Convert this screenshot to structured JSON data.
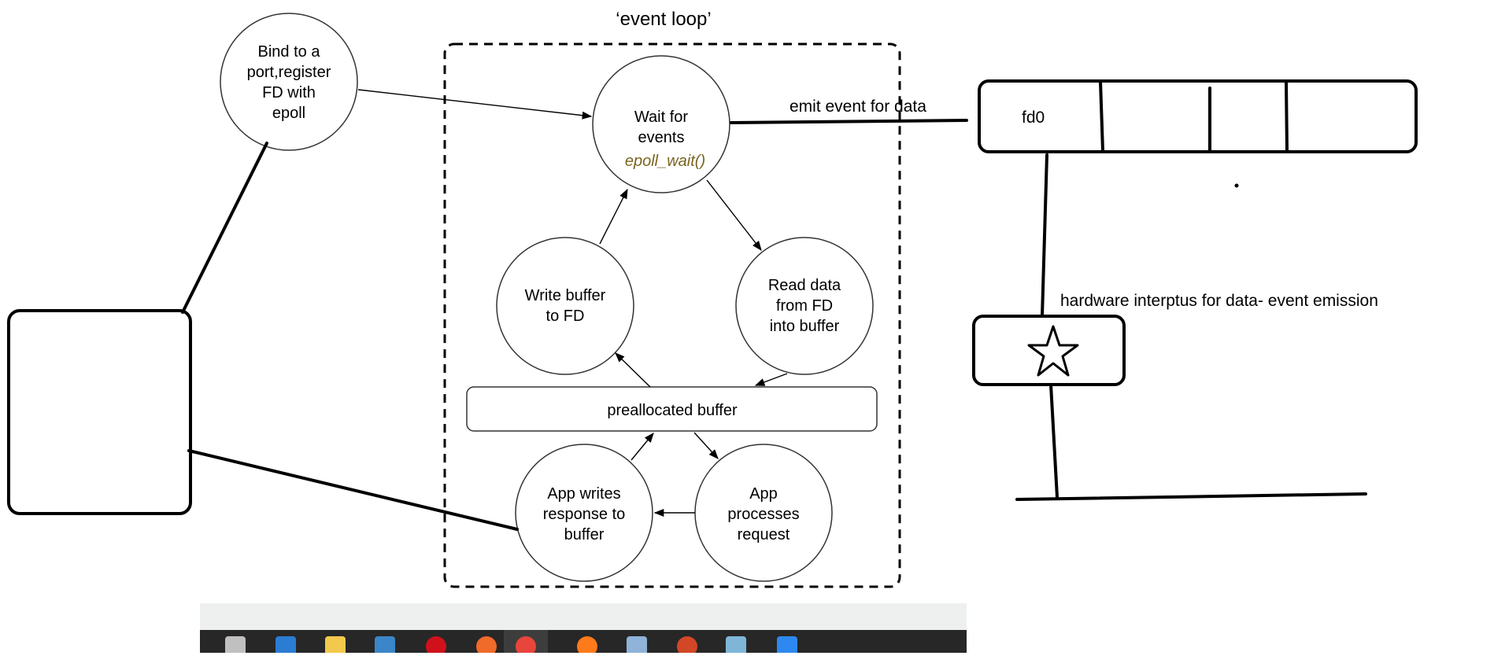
{
  "diagram": {
    "title": "‘event loop’",
    "nodes": {
      "bind": [
        "Bind to a",
        "port,register",
        "FD with",
        "epoll"
      ],
      "wait": [
        "Wait for",
        "events"
      ],
      "wait_call": "epoll_wait()",
      "write": [
        "Write buffer",
        "to FD"
      ],
      "read": [
        "Read data",
        "from FD",
        "into buffer"
      ],
      "buffer": "preallocated buffer",
      "app_writes": [
        "App writes",
        "response to",
        "buffer"
      ],
      "app_processes": [
        "App",
        "processes",
        "request"
      ]
    },
    "annotations": {
      "emit": "emit event for data",
      "fd0": "fd0",
      "hardware": "hardware interptus for  data- event emission"
    },
    "colors": {
      "stroke": "#000000",
      "call_text": "#7a6520",
      "background": "#ffffff"
    }
  },
  "taskbar": {
    "icons": [
      "store-icon",
      "mail-icon",
      "file-explorer-icon",
      "app-icon",
      "opera-icon",
      "sublime-icon",
      "chrome-icon",
      "firefox-icon",
      "paint-icon",
      "powerpoint-icon",
      "notes-icon",
      "photos-icon"
    ],
    "colors": {
      "bar": "#272727",
      "strip": "#eef0f0"
    }
  }
}
